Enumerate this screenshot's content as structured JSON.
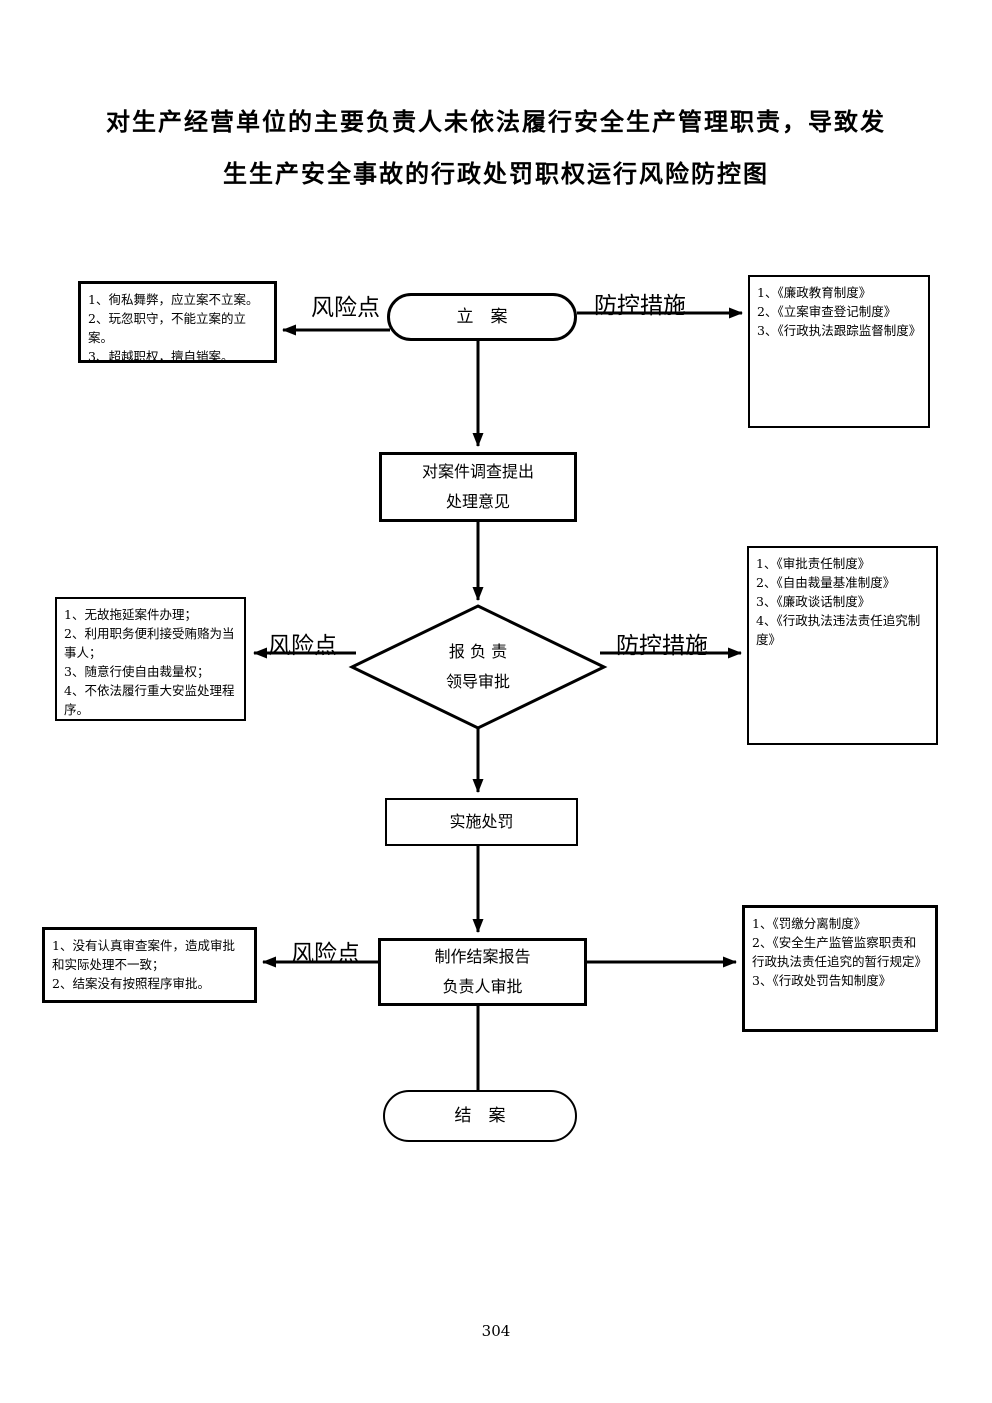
{
  "page": {
    "title_line1": "对生产经营单位的主要负责人未依法履行安全生产管理职责，导致发",
    "title_line2": "生生产安全事故的行政处罚职权运行风险防控图",
    "page_number": "304"
  },
  "labels": {
    "risk": "风险点",
    "measure": "防控措施"
  },
  "nodes": {
    "start": "立　案",
    "investigate": [
      "对案件调查提出",
      "处理意见"
    ],
    "approve": [
      "报 负 责",
      "领导审批"
    ],
    "punish": "实施处罚",
    "report": [
      "制作结案报告",
      "负责人审批"
    ],
    "end": "结　案"
  },
  "risk_boxes": [
    {
      "lines": [
        "1、徇私舞弊，应立案不立案。",
        "2、玩忽职守，不能立案的立案。",
        "3、超越职权，擅自销案。"
      ]
    },
    {
      "lines": [
        "1、无故拖延案件办理；",
        "2、利用职务便利接受贿赂为当事人；",
        "3、随意行使自由裁量权；",
        "4、不依法履行重大安监处理程序。"
      ]
    },
    {
      "lines": [
        "1、没有认真审查案件，造成审批和实际处理不一致；",
        "2、结案没有按照程序审批。"
      ]
    }
  ],
  "measure_boxes": [
    {
      "lines": [
        "1、《廉政教育制度》",
        "2、《立案审查登记制度》",
        "3、《行政执法跟踪监督制度》"
      ]
    },
    {
      "lines": [
        "1、《审批责任制度》",
        "2、《自由裁量基准制度》",
        "3、《廉政谈话制度》",
        "4、《行政执法违法责任追究制度》"
      ]
    },
    {
      "lines": [
        "1、《罚缴分离制度》",
        "2、《安全生产监管监察职责和行政执法责任追究的暂行规定》",
        "3、《行政处罚告知制度》"
      ]
    }
  ],
  "diagram_colors": {
    "stroke": "#000000",
    "background": "#ffffff"
  }
}
